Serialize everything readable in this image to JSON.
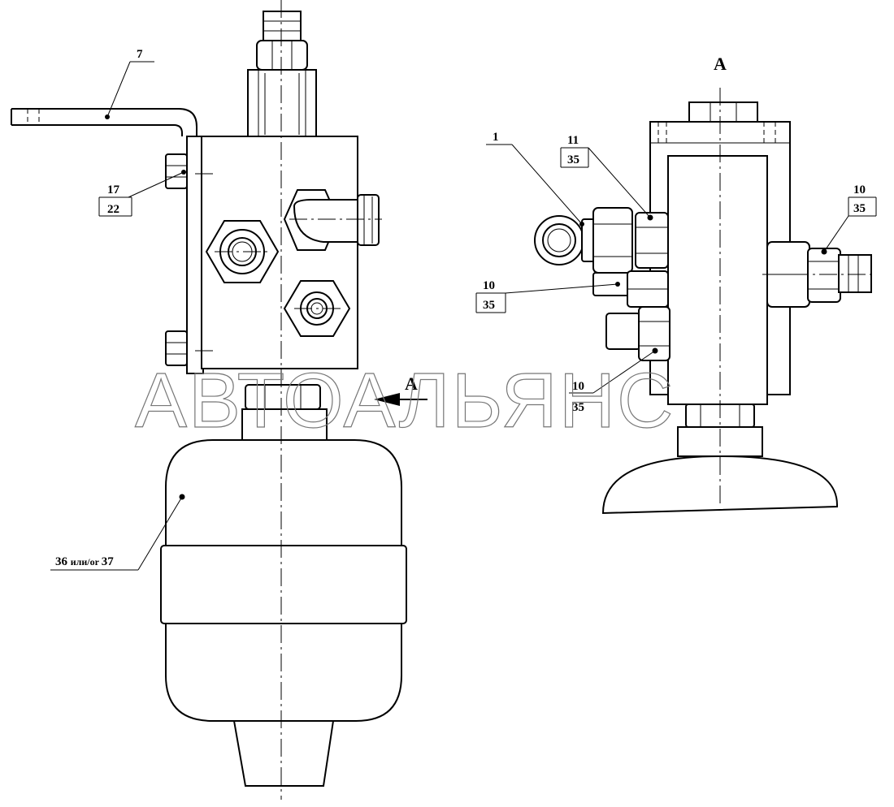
{
  "view_title": "А",
  "view_arrow_label": "А",
  "watermark": "АВТОАЛЬЯНС",
  "callouts": {
    "bracket": "7",
    "bolt_top": "17",
    "bolt_bottom": "22",
    "accumulator": "36 или/or 37",
    "fitting": "1",
    "nut_top_a": "11",
    "nut_top_b": "35",
    "left_mid_a": "10",
    "left_mid_b": "35",
    "low_a": "10",
    "low_b": "35",
    "right_a": "10",
    "right_b": "35"
  }
}
